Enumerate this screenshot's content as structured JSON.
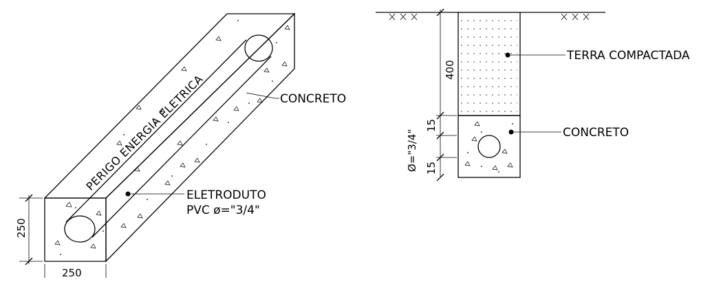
{
  "isometric": {
    "stripe_text": "PERIGO ENERGIA ELETRICA",
    "material_label": "CONCRETO",
    "conduit_label_line1": "ELETRODUTO",
    "conduit_label_line2": "PVC ø=\"3/4\"",
    "dim_height": "250",
    "dim_width": "250"
  },
  "section": {
    "backfill_label": "TERRA COMPACTADA",
    "concrete_label": "CONCRETO",
    "dim_backfill": "400",
    "dim_cover_top": "15",
    "dim_conduit": "Ø=\"3/4\"",
    "dim_cover_bottom": "15"
  }
}
